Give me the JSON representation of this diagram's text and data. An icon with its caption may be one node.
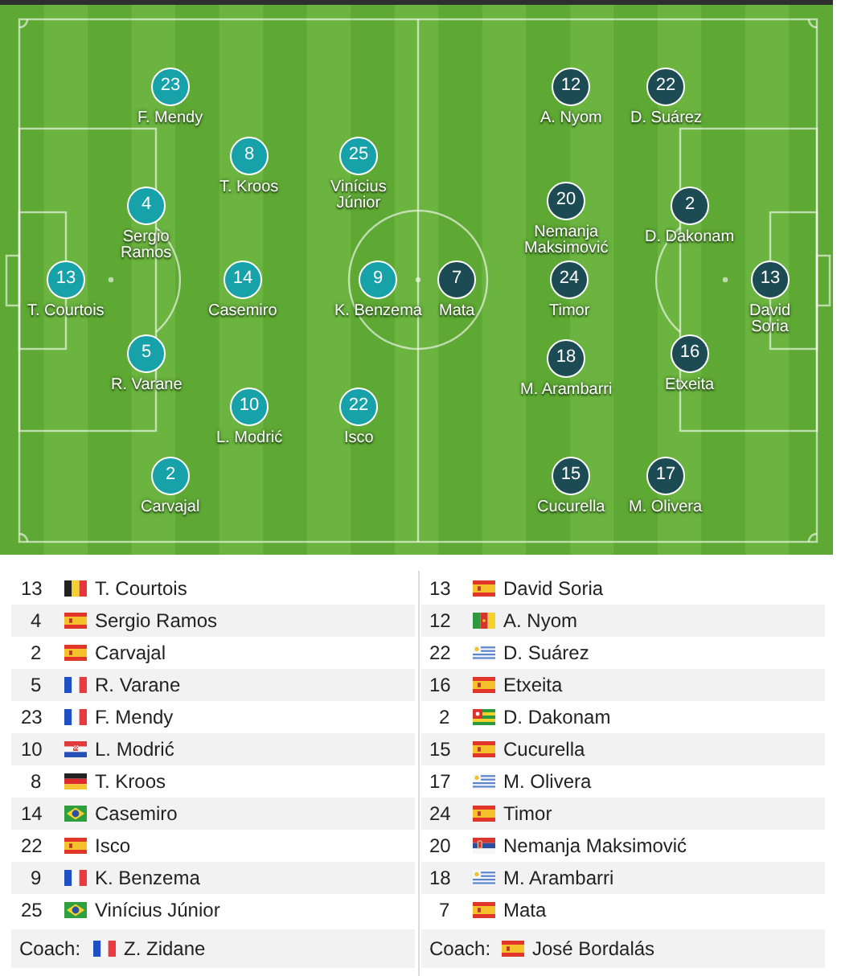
{
  "diagram": {
    "nodes": [
      {
        "text": [
          "13"
        ],
        "beside": [
          "T. Courtois"
        ]
      },
      {
        "text": [
          "4"
        ],
        "beside": [
          "Sergio Ramos"
        ]
      },
      {
        "text": [
          "2"
        ],
        "beside": [
          "Carvajal"
        ]
      },
      {
        "text": [
          "5"
        ],
        "beside": [
          "R. Varane"
        ]
      },
      {
        "text": [
          "23"
        ],
        "beside": [
          "F. Mendy"
        ]
      },
      {
        "text": [
          "10"
        ],
        "beside": [
          "L. Modrić"
        ]
      },
      {
        "text": [
          "8"
        ],
        "beside": [
          "T. Kroos"
        ]
      },
      {
        "text": [
          "14"
        ],
        "beside": [
          "Casemiro"
        ]
      },
      {
        "text": [
          "22"
        ],
        "beside": [
          "Isco"
        ]
      },
      {
        "text": [
          "9"
        ],
        "beside": [
          "K. Benzema"
        ]
      },
      {
        "text": [
          "25"
        ],
        "beside": [
          "Vinícius Júnior"
        ]
      },
      {
        "text": [
          "13"
        ],
        "beside": [
          "David Soria"
        ]
      },
      {
        "text": [
          "12"
        ],
        "beside": [
          "A. Nyom"
        ]
      },
      {
        "text": [
          "22"
        ],
        "beside": [
          "D. Suárez"
        ]
      },
      {
        "text": [
          "16"
        ],
        "beside": [
          "Etxeita"
        ]
      },
      {
        "text": [
          "2"
        ],
        "beside": [
          "D. Dakonam"
        ]
      },
      {
        "text": [
          "15"
        ],
        "beside": [
          "Cucurella"
        ]
      },
      {
        "text": [
          "17"
        ],
        "beside": [
          "M. Olivera"
        ]
      },
      {
        "text": [
          "24"
        ],
        "beside": [
          "Timor"
        ]
      },
      {
        "text": [
          "20"
        ],
        "beside": [
          "Nemanja Maksimović"
        ]
      },
      {
        "text": [
          "18"
        ],
        "beside": [
          "M. Arambarri"
        ]
      },
      {
        "text": [
          "7"
        ],
        "beside": [
          "Mata"
        ]
      }
    ],
    "labels": [
      "13",
      "T. Courtois",
      "13",
      "David Soria",
      "4",
      "Sergio Ramos",
      "12",
      "A. Nyom",
      "2",
      "Carvajal",
      "22",
      "D. Suárez",
      "5",
      "R. Varane",
      "16",
      "Etxeita",
      "23",
      "F. Mendy",
      "2",
      "D. Dakonam",
      "10",
      "L. Modrić",
      "15",
      "Cucurella",
      "8",
      "T. Kroos",
      "17",
      "M. Olivera",
      "14",
      "Casemiro",
      "24",
      "Timor",
      "22",
      "Isco",
      "20",
      "Nemanja Maksimović",
      "9",
      "K. Benzema",
      "18",
      "M. Arambarri",
      "25",
      "Vinícius Júnior",
      "7",
      "Mata",
      "Coach:",
      "Z. Zidane",
      "Coach:",
      "José Bordalás"
    ]
  }
}
